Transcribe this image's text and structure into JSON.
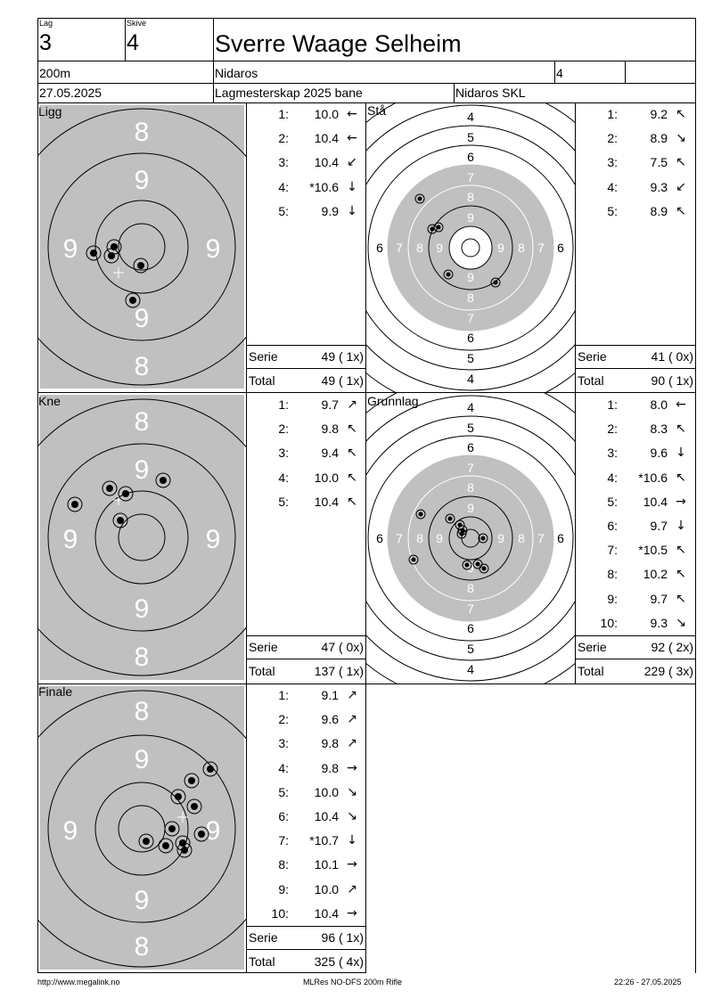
{
  "header": {
    "lag_label": "Lag",
    "lag_value": "3",
    "skive_label": "Skive",
    "skive_value": "4",
    "shooter_name": "Sverre Waage Selheim",
    "distance": "200m",
    "club": "Nidaros",
    "class": "4",
    "date": "27.05.2025",
    "event": "Lagmesterskap 2025 bane",
    "organizer": "Nidaros SKL"
  },
  "labels": {
    "serie": "Serie",
    "total": "Total"
  },
  "sections": {
    "ligg": {
      "name": "Ligg",
      "shots": [
        {
          "n": "1:",
          "v": "10.0",
          "dir": "←"
        },
        {
          "n": "2:",
          "v": "10.4",
          "dir": "←"
        },
        {
          "n": "3:",
          "v": "10.4",
          "dir": "↙"
        },
        {
          "n": "4:",
          "v": "*10.6",
          "dir": "↓"
        },
        {
          "n": "5:",
          "v": "9.9",
          "dir": "↓"
        }
      ],
      "serie": "49 ( 1x)",
      "total": "49 ( 1x)",
      "target_numbers": {
        "top1": "8",
        "top2": "9",
        "left": "9",
        "right": "9",
        "bottom2": "9",
        "bottom1": "8"
      }
    },
    "sta": {
      "name": "Stå",
      "shots": [
        {
          "n": "1:",
          "v": "9.2",
          "dir": "↖"
        },
        {
          "n": "2:",
          "v": "8.9",
          "dir": "↘"
        },
        {
          "n": "3:",
          "v": "7.5",
          "dir": "↖"
        },
        {
          "n": "4:",
          "v": "9.3",
          "dir": "↙"
        },
        {
          "n": "5:",
          "v": "8.9",
          "dir": "↖"
        }
      ],
      "serie": "41 ( 0x)",
      "total": "90 ( 1x)"
    },
    "kne": {
      "name": "Kne",
      "shots": [
        {
          "n": "1:",
          "v": "9.7",
          "dir": "↗"
        },
        {
          "n": "2:",
          "v": "9.8",
          "dir": "↖"
        },
        {
          "n": "3:",
          "v": "9.4",
          "dir": "↖"
        },
        {
          "n": "4:",
          "v": "10.0",
          "dir": "↖"
        },
        {
          "n": "5:",
          "v": "10.4",
          "dir": "↖"
        }
      ],
      "serie": "47 ( 0x)",
      "total": "137 ( 1x)",
      "target_numbers": {
        "top1": "8",
        "top2": "9",
        "left": "9",
        "right": "9",
        "bottom2": "9",
        "bottom1": "8"
      }
    },
    "grunnlag": {
      "name": "Grunnlag",
      "shots": [
        {
          "n": "1:",
          "v": "8.0",
          "dir": "←"
        },
        {
          "n": "2:",
          "v": "8.3",
          "dir": "↖"
        },
        {
          "n": "3:",
          "v": "9.6",
          "dir": "↓"
        },
        {
          "n": "4:",
          "v": "*10.6",
          "dir": "↖"
        },
        {
          "n": "5:",
          "v": "10.4",
          "dir": "→"
        },
        {
          "n": "6:",
          "v": "9.7",
          "dir": "↓"
        },
        {
          "n": "7:",
          "v": "*10.5",
          "dir": "↖"
        },
        {
          "n": "8:",
          "v": "10.2",
          "dir": "↖"
        },
        {
          "n": "9:",
          "v": "9.7",
          "dir": "↖"
        },
        {
          "n": "10:",
          "v": "9.3",
          "dir": "↘"
        }
      ],
      "serie": "92 ( 2x)",
      "total": "229 ( 3x)"
    },
    "finale": {
      "name": "Finale",
      "shots": [
        {
          "n": "1:",
          "v": "9.1",
          "dir": "↗"
        },
        {
          "n": "2:",
          "v": "9.6",
          "dir": "↗"
        },
        {
          "n": "3:",
          "v": "9.8",
          "dir": "↗"
        },
        {
          "n": "4:",
          "v": "9.8",
          "dir": "→"
        },
        {
          "n": "5:",
          "v": "10.0",
          "dir": "↘"
        },
        {
          "n": "6:",
          "v": "10.4",
          "dir": "↘"
        },
        {
          "n": "7:",
          "v": "*10.7",
          "dir": "↓"
        },
        {
          "n": "8:",
          "v": "10.1",
          "dir": "→"
        },
        {
          "n": "9:",
          "v": "10.0",
          "dir": "↗"
        },
        {
          "n": "10:",
          "v": "10.4",
          "dir": "→"
        }
      ],
      "serie": "96 ( 1x)",
      "total": "325 ( 4x)",
      "target_numbers": {
        "top1": "8",
        "top2": "9",
        "left": "9",
        "right": "9",
        "bottom2": "9",
        "bottom1": "8"
      }
    }
  },
  "standing_target_numbers": {
    "top": [
      "4",
      "5",
      "6",
      "7",
      "8",
      "9"
    ],
    "left": [
      "6",
      "7",
      "8",
      "9"
    ],
    "right": [
      "9",
      "8",
      "7",
      "6"
    ],
    "bottom": [
      "9",
      "8",
      "7",
      "6",
      "5",
      "4"
    ]
  },
  "footer": {
    "left": "http://www.megalink.no",
    "center": "MLRes NO-DFS 200m Rifle",
    "right": "22:26 - 27.05.2025"
  },
  "colors": {
    "target_gray": "#c0c0c0",
    "line": "#000000"
  }
}
